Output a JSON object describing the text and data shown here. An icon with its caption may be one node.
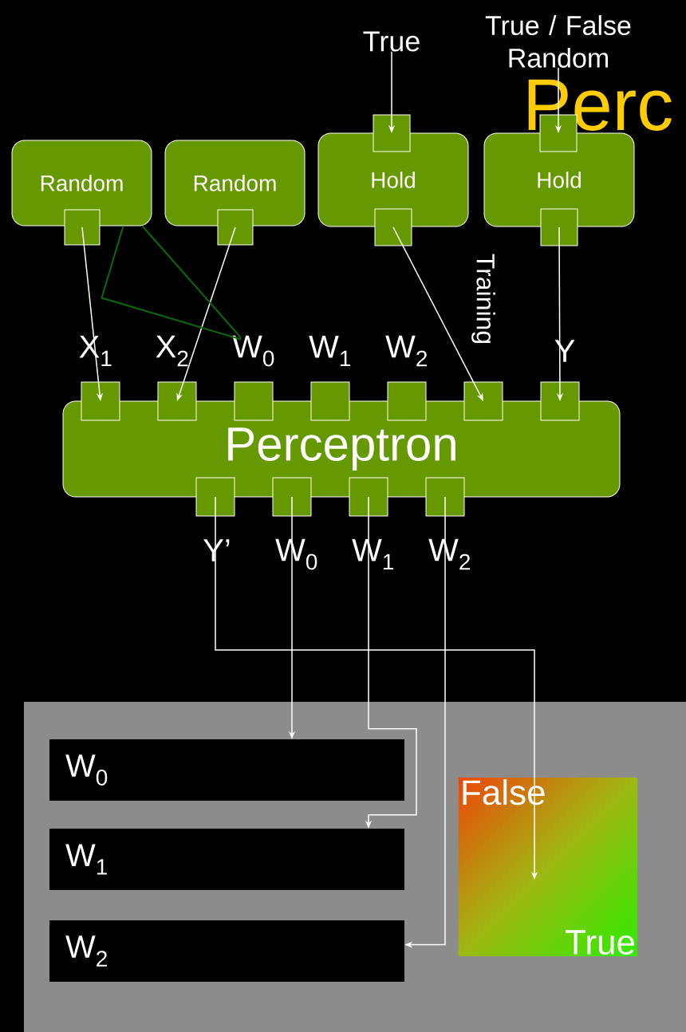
{
  "diagram": {
    "title": "Perc",
    "nodes": [
      {
        "text": [
          "True"
        ]
      },
      {
        "text": [
          "True / False Random"
        ]
      },
      {
        "text": [
          "Random"
        ]
      },
      {
        "text": [],
        "shape": "box"
      },
      {
        "text": [
          "Random"
        ]
      },
      {
        "text": [],
        "shape": "box"
      },
      {
        "text": [
          "Hold"
        ]
      },
      {
        "text": [],
        "shape": "box"
      },
      {
        "text": [],
        "shape": "box"
      },
      {
        "text": [
          "Hold"
        ]
      },
      {
        "text": [],
        "shape": "box"
      },
      {
        "text": [],
        "shape": "box"
      },
      {
        "text": [
          "Perceptron"
        ]
      },
      {
        "text": [],
        "shape": "box",
        "beside": [
          "X$_{1}$"
        ]
      },
      {
        "text": [],
        "shape": "box",
        "beside": [
          "X$_{2}$"
        ]
      },
      {
        "text": [],
        "shape": "box",
        "beside": [
          "W$_{0}$"
        ]
      },
      {
        "text": [],
        "shape": "box",
        "beside": [
          "W$_{1}$"
        ]
      },
      {
        "text": [],
        "shape": "box",
        "beside": [
          "W$_{2}$"
        ]
      },
      {
        "text": [],
        "shape": "box",
        "beside": [
          "Training"
        ]
      },
      {
        "text": [],
        "shape": "box",
        "beside": [
          "Y"
        ]
      },
      {
        "text": [],
        "shape": "box",
        "beside": [
          "Y’"
        ]
      },
      {
        "text": [],
        "shape": "box",
        "beside": [
          "W$_{0}$"
        ]
      },
      {
        "text": [],
        "shape": "box",
        "beside": [
          "W$_{1}$"
        ]
      },
      {
        "text": [],
        "shape": "box",
        "beside": [
          "W$_{2}$"
        ]
      },
      {
        "text": [],
        "shape": "box"
      },
      {
        "text": [
          "W$_{0}$"
        ],
        "in": 24
      },
      {
        "text": [
          "W$_{1}$"
        ],
        "in": 24
      },
      {
        "text": [
          "W$_{2}$"
        ],
        "in": 24
      },
      {
        "text": [
          "False",
          "True"
        ],
        "in": 24
      }
    ],
    "edges": [
      {
        "from": 0,
        "to": 7,
        "arrow": "to"
      },
      {
        "from": 1,
        "to": 10,
        "arrow": "to"
      },
      {
        "from": 3,
        "to": 13,
        "arrow": "to"
      },
      {
        "from": 5,
        "to": 14,
        "arrow": "to"
      },
      {
        "from": 8,
        "to": 18,
        "arrow": "to"
      },
      {
        "from": 11,
        "to": 19,
        "arrow": "to"
      },
      {
        "from": 20,
        "to": 28,
        "arrow": "to"
      },
      {
        "from": 21,
        "to": 25,
        "arrow": "to"
      },
      {
        "from": 22,
        "to": 26,
        "arrow": "to"
      },
      {
        "from": 23,
        "to": 27,
        "arrow": "to"
      },
      {
        "from": 2,
        "to": 15,
        "arrow": "none",
        "color": "#0a6b0a"
      },
      {
        "from": 2,
        "to": 15,
        "arrow": "none",
        "color": "#0a6b0a"
      }
    ]
  }
}
